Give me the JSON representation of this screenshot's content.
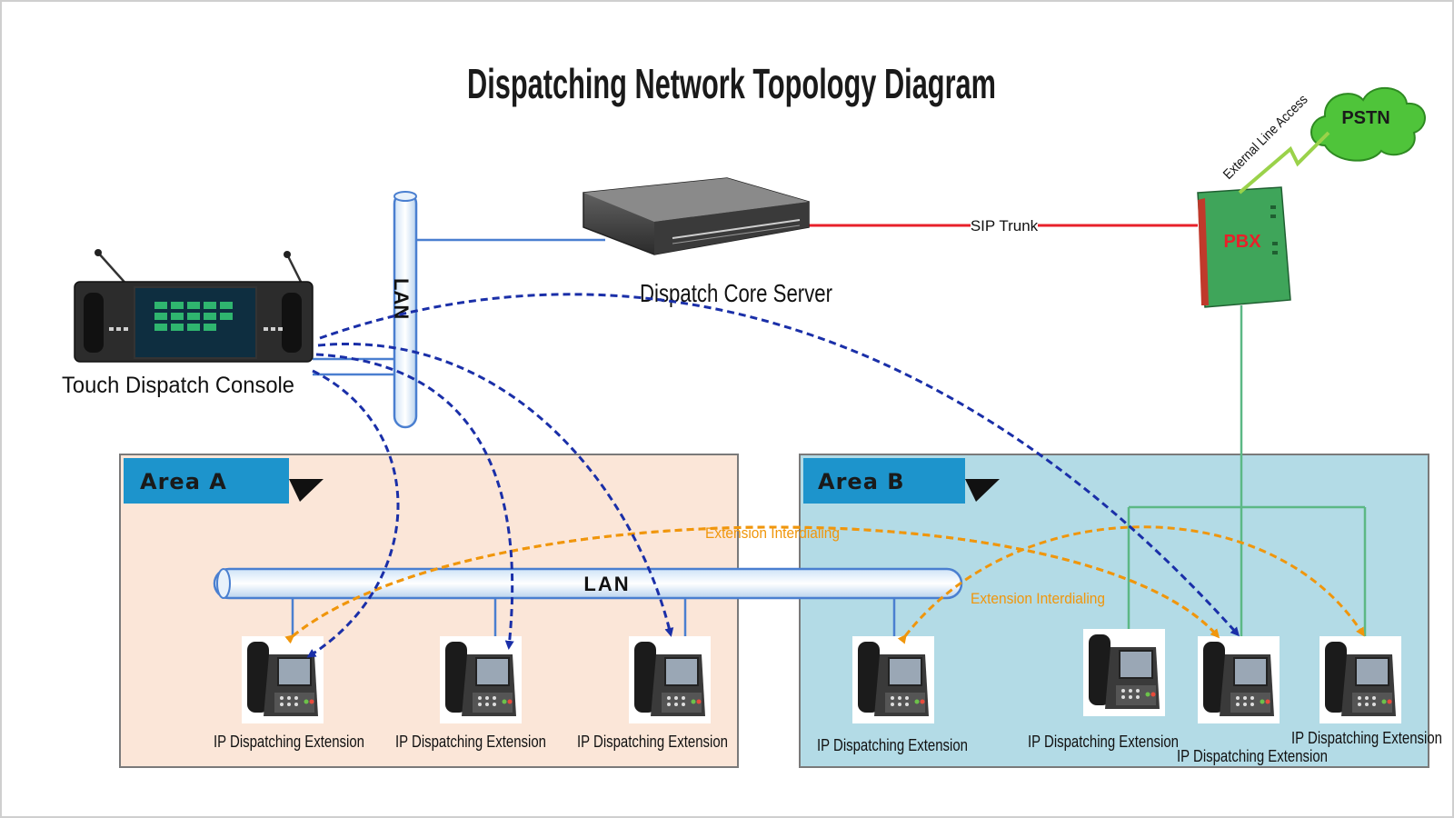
{
  "title": "Dispatching Network Topology Diagram",
  "nodes": {
    "console": "Touch Dispatch Console",
    "server": "Dispatch Core Server",
    "pbx": "PBX",
    "pstn": "PSTN"
  },
  "links": {
    "vertical_lan": "LAN",
    "horizontal_lan": "LAN",
    "sip_trunk": "SIP Trunk",
    "external_access": "External Line Access",
    "interdialing_1": "Extension Interdialing",
    "interdialing_2": "Extension Interdialing"
  },
  "areas": {
    "a": "Area A",
    "b": "Area B"
  },
  "phones": [
    {
      "label": "IP Dispatching Extension"
    },
    {
      "label": "IP Dispatching Extension"
    },
    {
      "label": "IP Dispatching Extension"
    },
    {
      "label": "IP Dispatching Extension"
    },
    {
      "label": "IP Dispatching Extension"
    },
    {
      "label": "IP Dispatching Extension"
    },
    {
      "label": "IP Dispatching Extension"
    }
  ],
  "colors": {
    "area_a_fill": "#fbe6d8",
    "area_b_fill": "#b3dbe6",
    "area_tab": "#1d94cc",
    "sip_line": "#e8202a",
    "lan_line": "#4a7fd0",
    "pbx_line": "#5cb885",
    "dispatch_arrow": "#1a2fa8",
    "interdial_arrow": "#f0960c",
    "pstn_cloud": "#4fc43a",
    "pbx_body": "#3fa55a"
  }
}
